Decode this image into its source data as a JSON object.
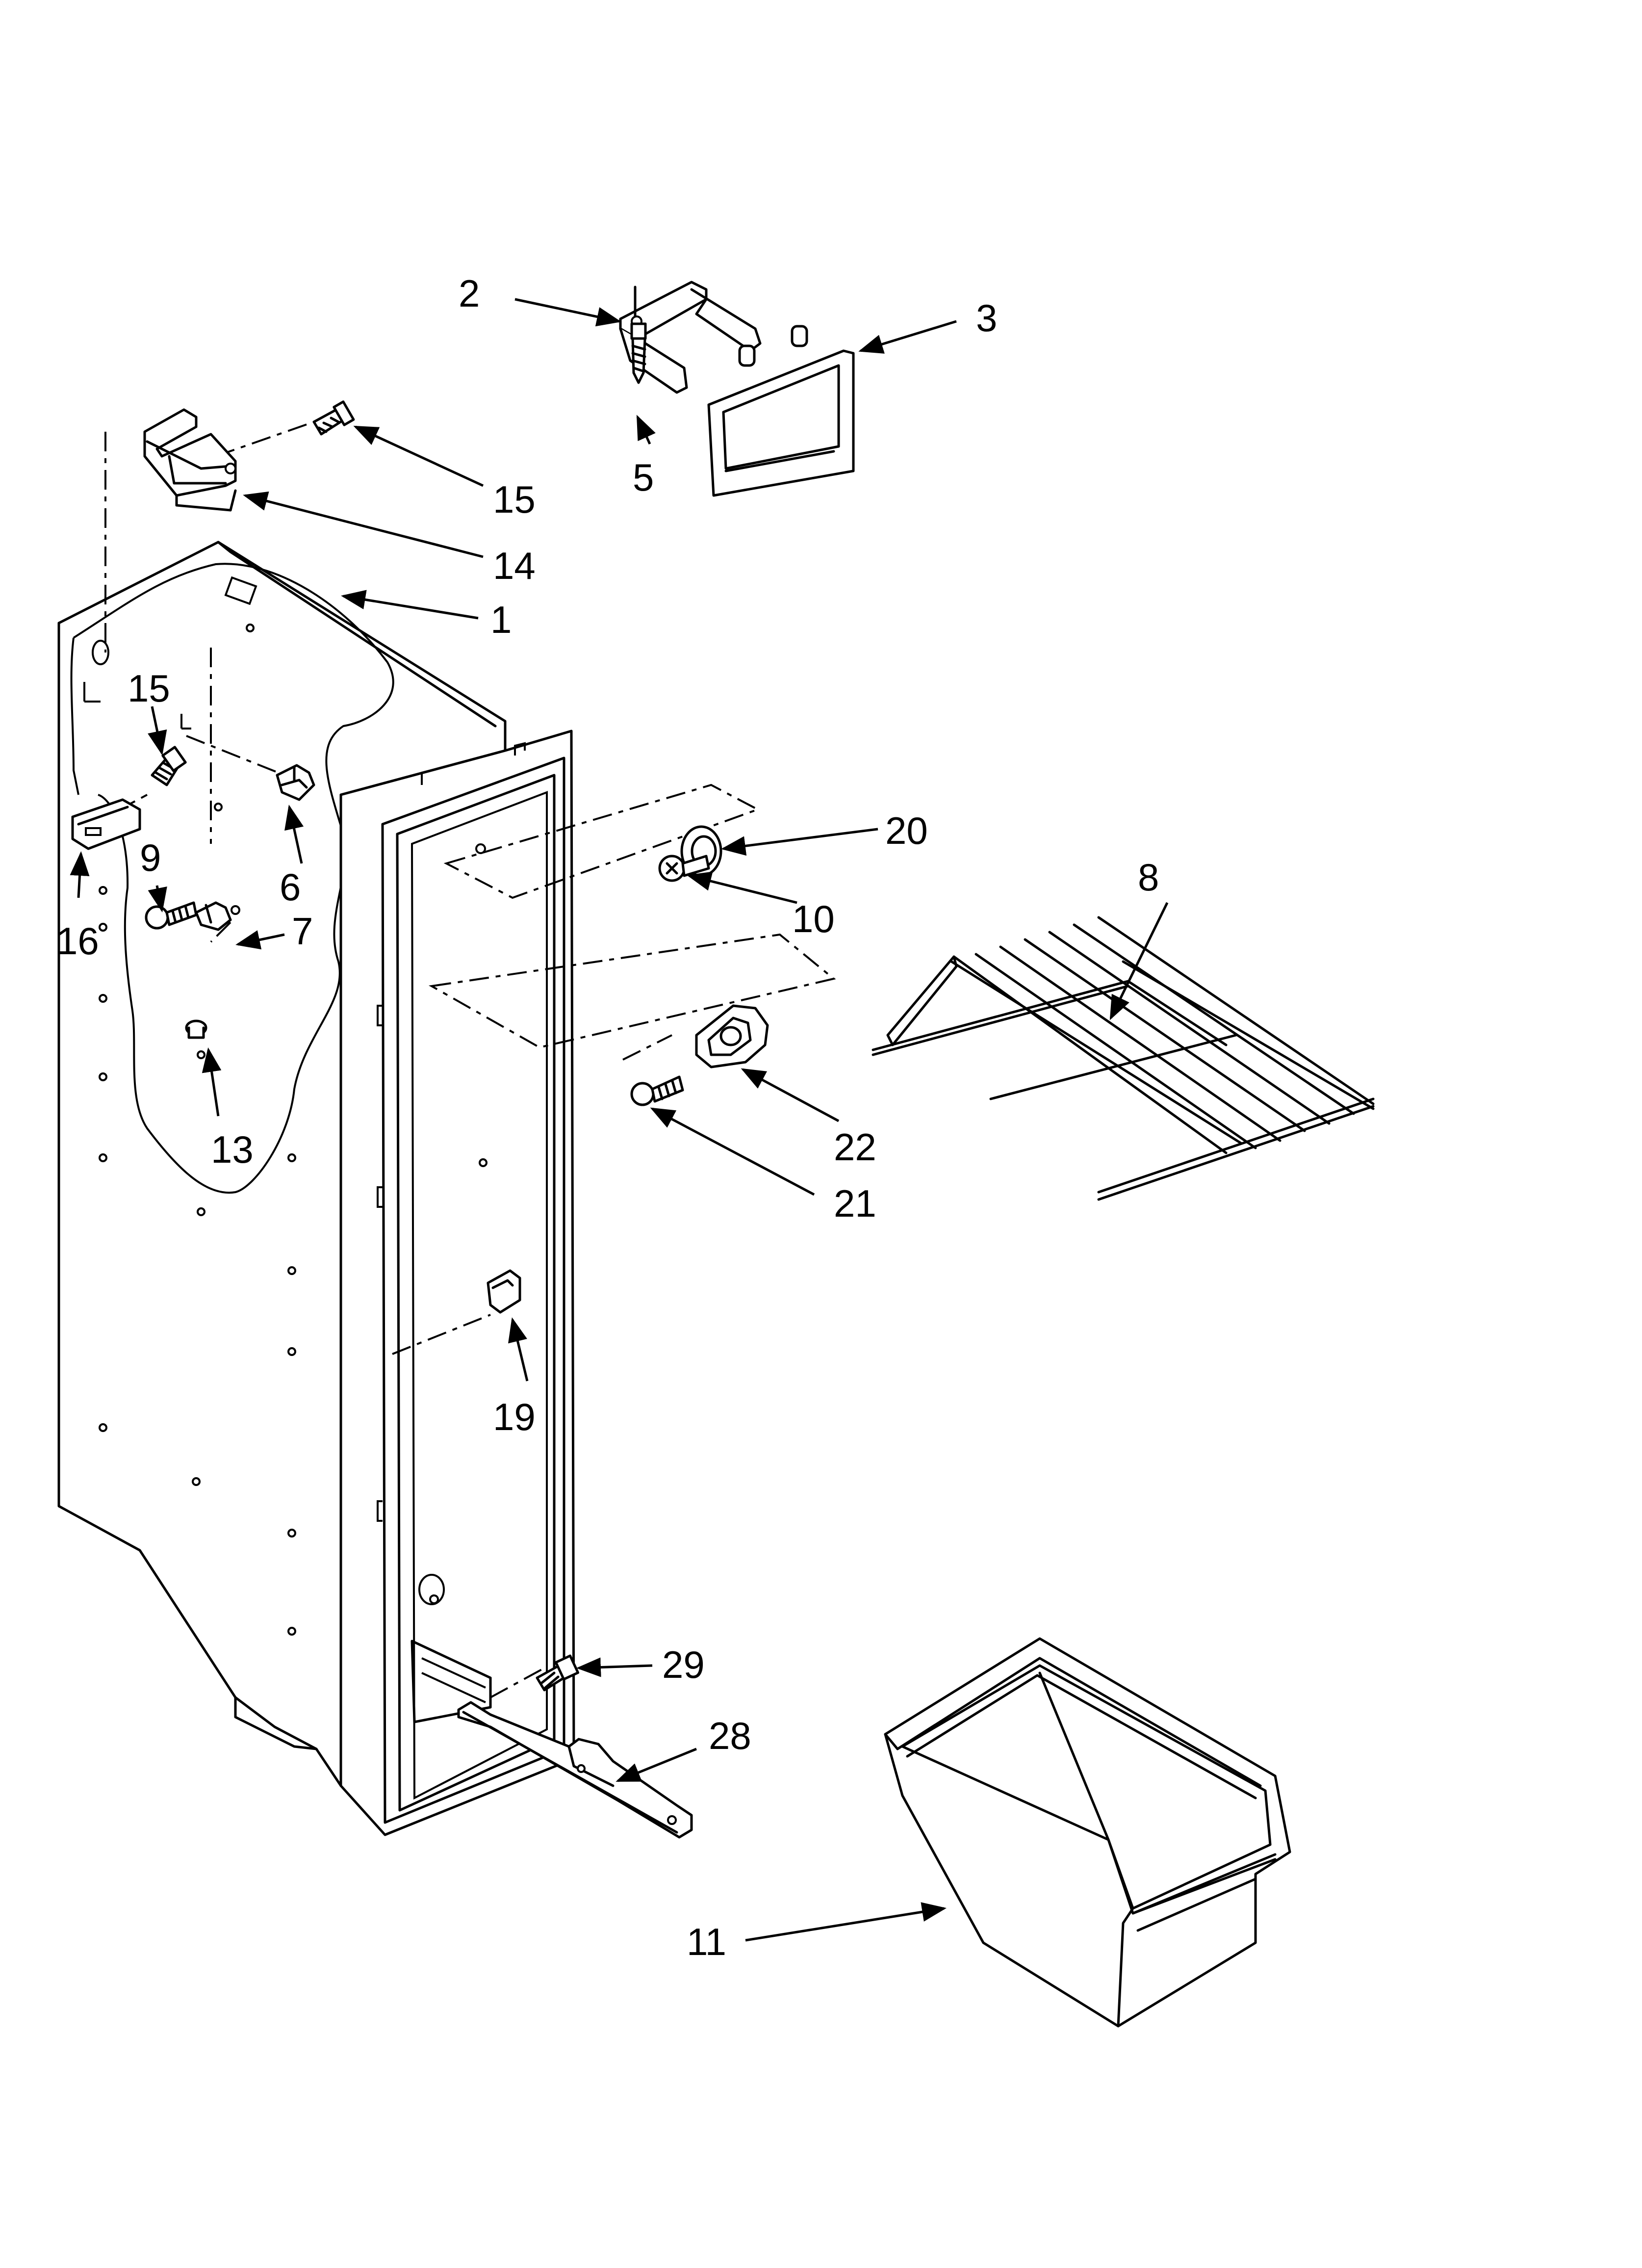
{
  "diagram": {
    "callouts": [
      {
        "id": "callout-1",
        "label": "1"
      },
      {
        "id": "callout-2",
        "label": "2"
      },
      {
        "id": "callout-3",
        "label": "3"
      },
      {
        "id": "callout-5",
        "label": "5"
      },
      {
        "id": "callout-6",
        "label": "6"
      },
      {
        "id": "callout-7",
        "label": "7"
      },
      {
        "id": "callout-8",
        "label": "8"
      },
      {
        "id": "callout-9",
        "label": "9"
      },
      {
        "id": "callout-10",
        "label": "10"
      },
      {
        "id": "callout-11",
        "label": "11"
      },
      {
        "id": "callout-13",
        "label": "13"
      },
      {
        "id": "callout-14",
        "label": "14"
      },
      {
        "id": "callout-15-top",
        "label": "15"
      },
      {
        "id": "callout-15-side",
        "label": "15"
      },
      {
        "id": "callout-16",
        "label": "16"
      },
      {
        "id": "callout-19",
        "label": "19"
      },
      {
        "id": "callout-20",
        "label": "20"
      },
      {
        "id": "callout-21",
        "label": "21"
      },
      {
        "id": "callout-22",
        "label": "22"
      },
      {
        "id": "callout-28",
        "label": "28"
      },
      {
        "id": "callout-29",
        "label": "29"
      }
    ]
  },
  "colors": {
    "line": "#000000",
    "background": "#ffffff"
  }
}
